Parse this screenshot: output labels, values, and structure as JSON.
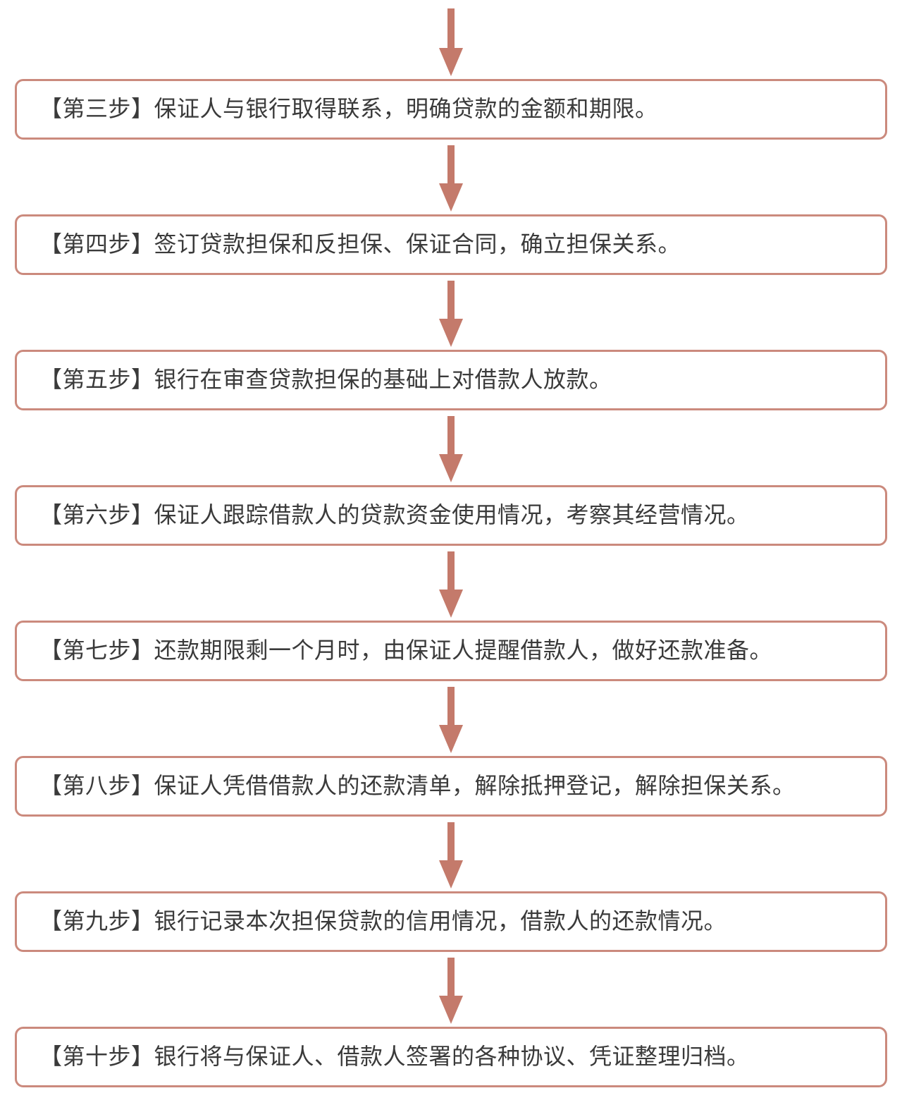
{
  "flow": {
    "colors": {
      "arrow": "#c47a6b",
      "box_border": "#cb8a7d",
      "text": "#3a3a3a",
      "background": "#ffffff"
    },
    "steps": [
      {
        "label": "【第三步】保证人与银行取得联系，明确贷款的金额和期限。"
      },
      {
        "label": "【第四步】签订贷款担保和反担保、保证合同，确立担保关系。"
      },
      {
        "label": "【第五步】银行在审查贷款担保的基础上对借款人放款。"
      },
      {
        "label": "【第六步】保证人跟踪借款人的贷款资金使用情况，考察其经营情况。"
      },
      {
        "label": "【第七步】还款期限剩一个月时，由保证人提醒借款人，做好还款准备。"
      },
      {
        "label": "【第八步】保证人凭借借款人的还款清单，解除抵押登记，解除担保关系。"
      },
      {
        "label": "【第九步】银行记录本次担保贷款的信用情况，借款人的还款情况。"
      },
      {
        "label": "【第十步】银行将与保证人、借款人签署的各种协议、凭证整理归档。"
      }
    ]
  }
}
